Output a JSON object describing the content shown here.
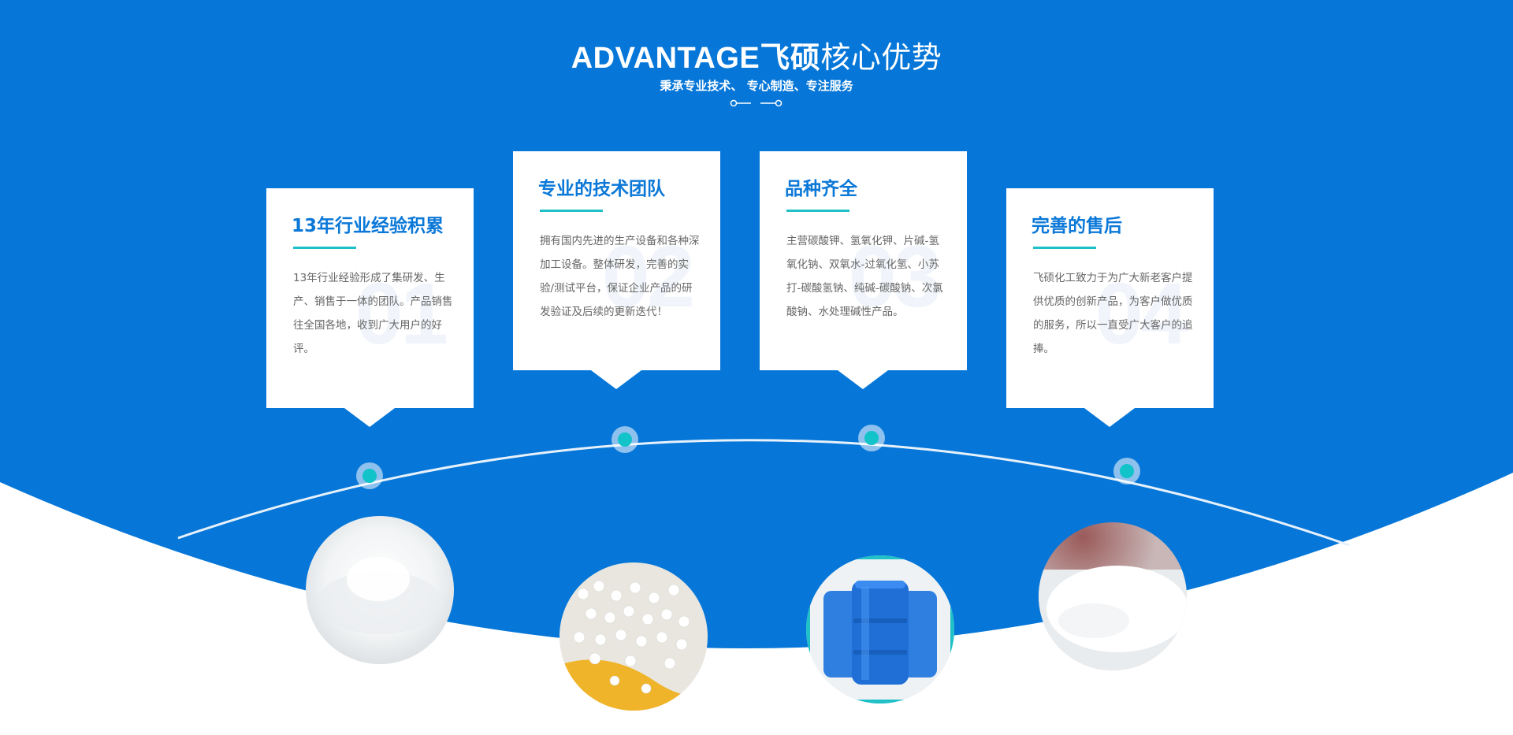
{
  "header": {
    "title_strong": "ADVANTAGE飞硕",
    "title_light": "核心优势",
    "subtitle": "秉承专业技术、 专心制造、专注服务"
  },
  "colors": {
    "brand_blue": "#0677d8",
    "accent_teal": "#12c3c9",
    "heading_blue": "#0b78d8",
    "body_text": "#666666"
  },
  "cards": [
    {
      "number": "01",
      "title": "13年行业经验积累",
      "text": "13年行业经验形成了集研发、生产、销售于一体的团队。产品销售往全国各地，收到广大用户的好评。"
    },
    {
      "number": "02",
      "title": "专业的技术团队",
      "text": "拥有国内先进的生产设备和各种深加工设备。整体研发，完善的实验/测试平台，保证企业产品的研发验证及后续的更新迭代！"
    },
    {
      "number": "03",
      "title": "品种齐全",
      "text": "主营碳酸钾、氢氧化钾、片碱-氢氧化钠、双氧水-过氧化氢、小苏打-碳酸氢钠、纯碱-碳酸钠、次氯酸钠、水处理碱性产品。"
    },
    {
      "number": "04",
      "title": "完善的售后",
      "text": "飞硕化工致力于为广大新老客户提供优质的创新产品，为客户做优质的服务，所以一直受广大客户的追捧。"
    }
  ]
}
